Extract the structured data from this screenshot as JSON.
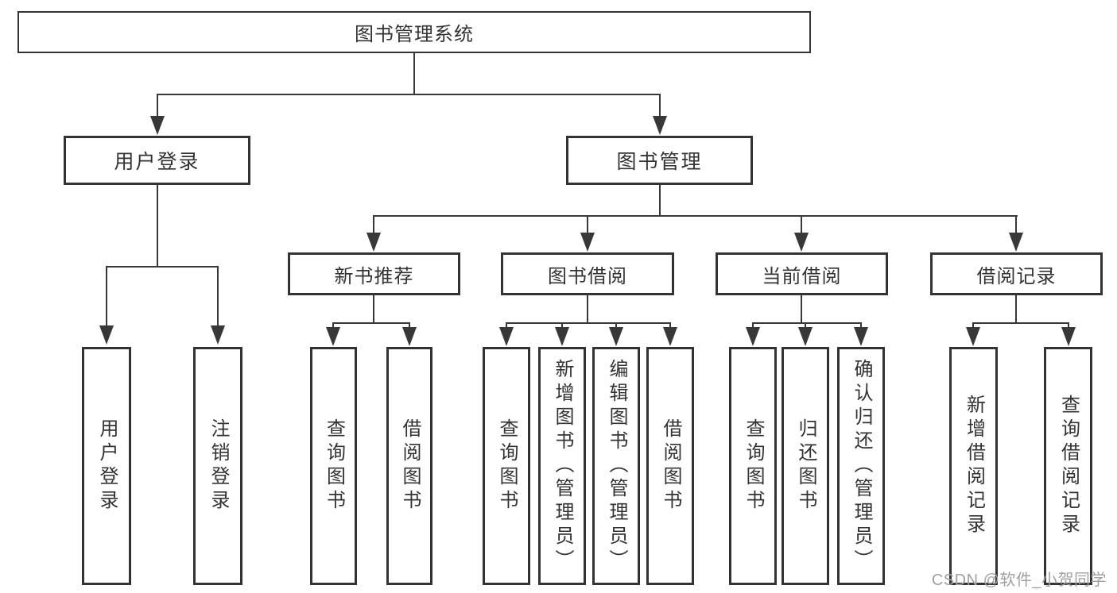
{
  "root": {
    "label": "图书管理系统"
  },
  "branches": {
    "user_login": {
      "label": "用户登录"
    },
    "book_management": {
      "label": "图书管理"
    }
  },
  "modules": {
    "new_book_recommend": {
      "label": "新书推荐"
    },
    "book_borrow": {
      "label": "图书借阅"
    },
    "current_borrow": {
      "label": "当前借阅"
    },
    "borrow_record": {
      "label": "借阅记录"
    }
  },
  "leaves": [
    {
      "label": "用户登录"
    },
    {
      "label": "注销登录"
    },
    {
      "label": "查询图书"
    },
    {
      "label": "借阅图书"
    },
    {
      "label": "查询图书"
    },
    {
      "label": "新增图书（管理员）"
    },
    {
      "label": "编辑图书（管理员）"
    },
    {
      "label": "借阅图书"
    },
    {
      "label": "查询图书"
    },
    {
      "label": "归还图书"
    },
    {
      "label": "确认归还（管理员）"
    },
    {
      "label": "新增借阅记录"
    },
    {
      "label": "查询借阅记录"
    }
  ],
  "watermark": {
    "text": "CSDN @软件_小贺同学"
  },
  "colors": {
    "line": "#383838",
    "border": "#333333",
    "text": "#333333",
    "background": "#ffffff",
    "watermark": "#a0a0a0"
  }
}
